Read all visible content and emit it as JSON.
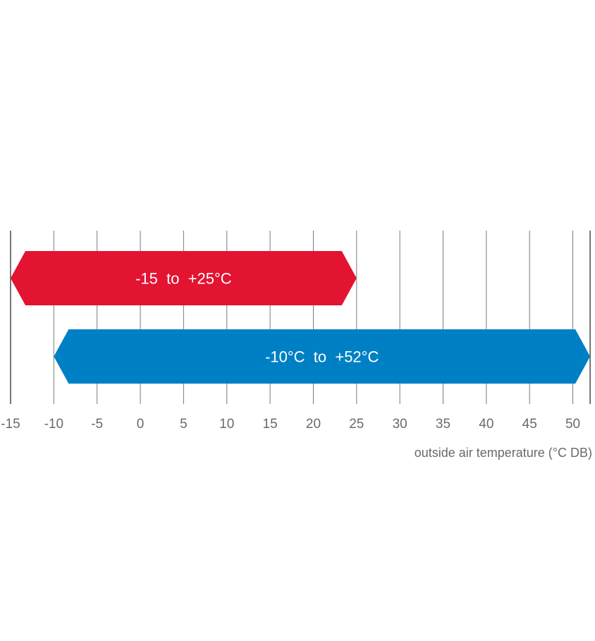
{
  "chart_data": {
    "type": "range-bar",
    "xlabel": "outside air temperature (°C DB)",
    "xlim": [
      -15,
      52
    ],
    "ticks": [
      -15,
      -10,
      -5,
      0,
      5,
      10,
      15,
      20,
      25,
      30,
      35,
      40,
      45,
      50
    ],
    "tick_labels": [
      "-15",
      "-10",
      "-5",
      "0",
      "5",
      "10",
      "15",
      "20",
      "25",
      "30",
      "35",
      "40",
      "45",
      "50"
    ],
    "grid": true,
    "series": [
      {
        "min": -15,
        "max": 25,
        "label": "-15  to  +25°C",
        "color": "#e31332"
      },
      {
        "min": -10,
        "max": 52,
        "label": "-10°C  to  +52°C",
        "color": "#0080c4"
      }
    ]
  }
}
